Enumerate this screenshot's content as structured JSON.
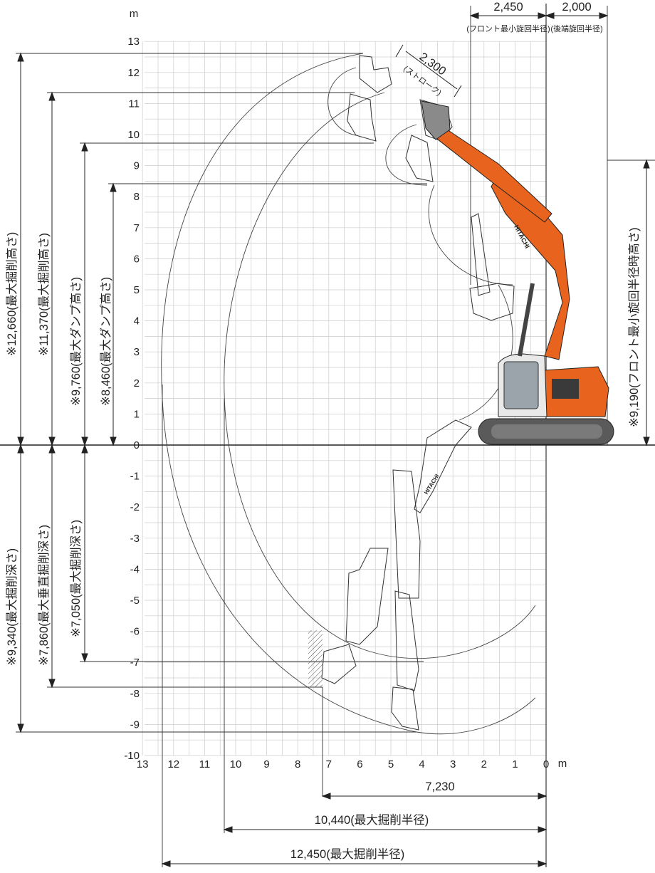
{
  "axes": {
    "y_unit": "m",
    "x_unit": "m",
    "y_ticks": [
      "13",
      "12",
      "11",
      "10",
      "9",
      "8",
      "7",
      "6",
      "5",
      "4",
      "3",
      "2",
      "1",
      "0",
      "-1",
      "-2",
      "-3",
      "-4",
      "-5",
      "-6",
      "-7",
      "-8",
      "-9",
      "-10"
    ],
    "x_ticks": [
      "13",
      "12",
      "11",
      "10",
      "9",
      "8",
      "7",
      "6",
      "5",
      "4",
      "3",
      "2",
      "1",
      "0"
    ]
  },
  "dimensions": {
    "max_dig_height_1": "※12,660(最大掘削高さ)",
    "max_dig_height_2": "※11,370(最大掘削高さ)",
    "max_dump_height_1": "※9,760(最大ダンプ高さ)",
    "max_dump_height_2": "※8,460(最大ダンプ高さ)",
    "max_dig_depth": "※9,340(最大掘削深さ)",
    "max_vertical_wall_depth": "※7,860(最大垂直掘削深さ)",
    "max_dig_depth_2": "※7,050(最大掘削深さ)",
    "front_min_swing_height": "※9,190(フロント最小旋回半径時高さ)",
    "front_min_swing_radius_value": "2,450",
    "front_min_swing_radius_label": "(フロント最小旋回半径)",
    "rear_swing_radius_value": "2,000",
    "rear_swing_radius_label": "(後端旋回半径)",
    "stroke_value": "2,300",
    "stroke_label": "(ストローク)",
    "reach_7230": "7,230",
    "max_dig_reach_1": "10,440(最大掘削半径)",
    "max_dig_reach_2": "12,450(最大掘削半径)"
  },
  "machine": {
    "brand": "HITACHI",
    "body_color": "#e8641e",
    "cab_color": "#e9e9e9",
    "track_color": "#5a5a5a"
  }
}
